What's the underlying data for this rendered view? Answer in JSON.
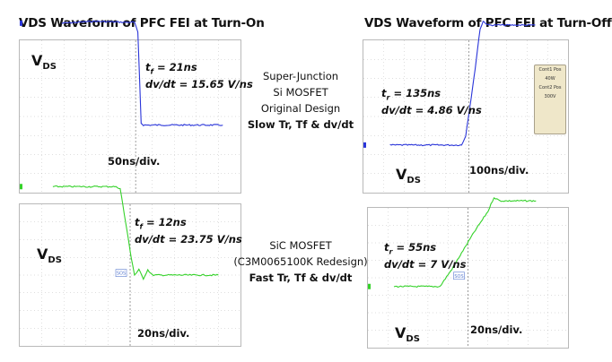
{
  "headings": {
    "left": "VDS Waveform of PFC FEI at Turn-On",
    "right": "VDS Waveform of PFC FEI at Turn-Off"
  },
  "vds": {
    "main": "V",
    "sub": "DS"
  },
  "center_top": [
    "Super-Junction",
    "Si MOSFET",
    "Original Design",
    "Slow Tr, Tf & dv/dt"
  ],
  "center_bottom": [
    "SiC MOSFET",
    "(C3M0065100K Redesign)",
    "Fast Tr, Tf & dv/dt"
  ],
  "colors": {
    "si_trace": "#2a35d9",
    "sic_trace": "#35d22a",
    "grid": "#8d8d8d"
  },
  "chart_data": [
    {
      "type": "line",
      "series": [
        {
          "values": [
            [
              -3.1,
              4.9
            ],
            [
              -1.6,
              5.0
            ],
            [
              -0.3,
              4.95
            ],
            [
              0.2,
              4.95
            ],
            [
              0.35,
              4.4
            ],
            [
              0.5,
              -0.35
            ],
            [
              0.6,
              -0.45
            ],
            [
              1.6,
              -0.45
            ],
            [
              4.2,
              -0.45
            ]
          ]
        }
      ],
      "annotations": [
        "t",
        "f",
        " = 21ns",
        "dv/dt = 15.65 V/ns"
      ],
      "div_label": "50ns/div.",
      "trace": "si",
      "crossing_x": 0.25
    },
    {
      "type": "line",
      "series": [
        {
          "values": [
            [
              -3.7,
              -1.5
            ],
            [
              -0.2,
              -1.5
            ],
            [
              0.0,
              -1.0
            ],
            [
              0.4,
              2.0
            ],
            [
              0.7,
              4.6
            ],
            [
              0.85,
              5.0
            ],
            [
              1.1,
              4.8
            ],
            [
              3.4,
              4.8
            ]
          ]
        }
      ],
      "annotations": [
        "t",
        "r",
        " = 135ns",
        "dv/dt = 4.86 V/ns"
      ],
      "div_label": "100ns/div.",
      "trace": "si",
      "crossing_x": 0.15,
      "scope_box": [
        "Cont1 Pos",
        "40W",
        "Cont2 Pos",
        "300V"
      ]
    },
    {
      "type": "line",
      "series": [
        {
          "values": [
            [
              -3.5,
              5.0
            ],
            [
              -0.7,
              5.0
            ],
            [
              -0.45,
              4.9
            ],
            [
              0.05,
              1.0
            ],
            [
              0.2,
              0.0
            ],
            [
              0.4,
              0.3
            ],
            [
              0.6,
              -0.2
            ],
            [
              0.8,
              0.3
            ],
            [
              1.0,
              0.0
            ],
            [
              4.0,
              0.0
            ]
          ]
        }
      ],
      "annotations": [
        "t",
        "f",
        " = 12ns",
        "dv/dt = 23.75 V/ns"
      ],
      "div_label": "20ns/div.",
      "trace": "sic",
      "crossing_x": 0.0,
      "marker": "SOS"
    },
    {
      "type": "line",
      "series": [
        {
          "values": [
            [
              -3.7,
              -0.5
            ],
            [
              -1.4,
              -0.5
            ],
            [
              -0.8,
              0.5
            ],
            [
              0.3,
              2.6
            ],
            [
              1.0,
              3.8
            ],
            [
              1.3,
              4.6
            ],
            [
              1.6,
              4.4
            ],
            [
              3.4,
              4.4
            ]
          ]
        }
      ],
      "annotations": [
        "t",
        "r",
        " = 55ns",
        "dv/dt = 7 V/ns"
      ],
      "div_label": "20ns/div.",
      "trace": "sic",
      "crossing_x": 0.0,
      "marker": "SOS"
    }
  ]
}
